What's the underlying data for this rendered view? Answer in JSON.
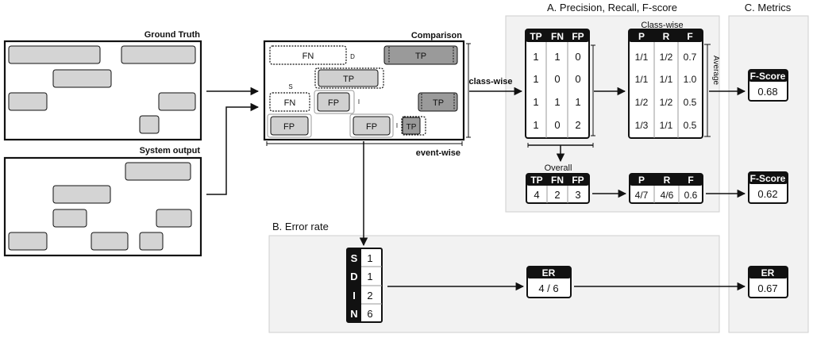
{
  "ground_truth": {
    "title": "Ground Truth"
  },
  "system_output": {
    "title": "System output"
  },
  "comparison": {
    "title": "Comparison",
    "labels": {
      "fn_top": "FN",
      "d_marker": "D",
      "tp_top_right": "TP",
      "tp_middle": "TP",
      "s_marker": "S",
      "fn_left": "FN",
      "fp_mid_left": "FP",
      "i_marker_1": "I",
      "tp_right": "TP",
      "fp_bottom_left": "FP",
      "fp_bottom_mid": "FP",
      "i_marker_2": "I",
      "tp_bottom_small": "TP"
    },
    "class_wise_label": "class-wise",
    "event_wise_label": "event-wise"
  },
  "section_a": {
    "title": "A. Precision, Recall, F-score",
    "class_counts": {
      "headers": [
        "TP",
        "FN",
        "FP"
      ],
      "rows": [
        [
          "1",
          "1",
          "0"
        ],
        [
          "1",
          "0",
          "0"
        ],
        [
          "1",
          "1",
          "1"
        ],
        [
          "1",
          "0",
          "2"
        ]
      ]
    },
    "class_wise": {
      "title": "Class-wise",
      "headers": [
        "P",
        "R",
        "F"
      ],
      "rows": [
        [
          "1/1",
          "1/2",
          "0.7"
        ],
        [
          "1/1",
          "1/1",
          "1.0"
        ],
        [
          "1/2",
          "1/2",
          "0.5"
        ],
        [
          "1/3",
          "1/1",
          "0.5"
        ]
      ]
    },
    "average_label": "Average",
    "overall": {
      "title": "Overall",
      "headers": [
        "TP",
        "FN",
        "FP"
      ],
      "values": [
        "4",
        "2",
        "3"
      ]
    },
    "overall_prf": {
      "headers": [
        "P",
        "R",
        "F"
      ],
      "values": [
        "4/7",
        "4/6",
        "0.6"
      ]
    }
  },
  "section_b": {
    "title": "B. Error rate",
    "sdin": {
      "letters": [
        "S",
        "D",
        "I",
        "N"
      ],
      "values": [
        "1",
        "1",
        "2",
        "6"
      ]
    },
    "er": {
      "header": "ER",
      "value": "4 / 6"
    }
  },
  "section_c": {
    "title": "C. Metrics",
    "fscore_class": {
      "header": "F-Score",
      "value": "0.68"
    },
    "fscore_overall": {
      "header": "F-Score",
      "value": "0.62"
    },
    "er": {
      "header": "ER",
      "value": "0.67"
    }
  }
}
